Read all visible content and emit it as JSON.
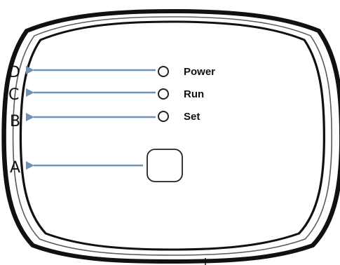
{
  "device": {
    "indicators": [
      {
        "label": "Power",
        "callout": "D"
      },
      {
        "label": "Run",
        "callout": "C"
      },
      {
        "label": "Set",
        "callout": "B"
      }
    ],
    "button": {
      "callout": "A"
    }
  },
  "colors": {
    "arrow": "#6f93b8",
    "outline": "#111111"
  }
}
